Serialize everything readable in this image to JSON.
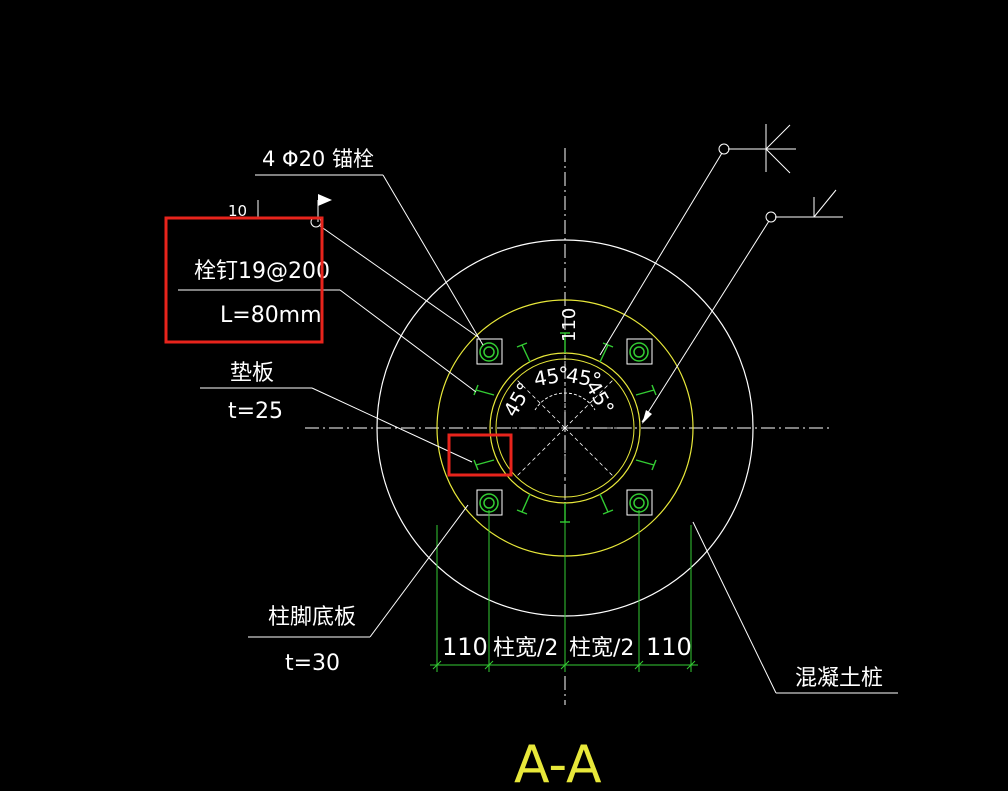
{
  "labels": {
    "anchor_bolt": "4 Φ20 锚栓",
    "weld_size": "10",
    "stud": "栓钉19@200",
    "stud_length": "L=80mm",
    "pad_plate": "垫板",
    "pad_thickness": "t=25",
    "base_plate": "柱脚底板",
    "base_thickness": "t=30",
    "concrete_pile": "混凝土桩"
  },
  "dimensions": {
    "left_offset": "110",
    "half_width_left": "柱宽/2",
    "half_width_right": "柱宽/2",
    "right_offset": "110",
    "top_offset": "110"
  },
  "angles": {
    "a1": "45°",
    "a2": "45°",
    "a3": "45°",
    "a4": "45°"
  },
  "section_title": "A-A",
  "colors": {
    "background": "#000000",
    "pile_outline": "#ffffff",
    "plate_outline": "#e8e83a",
    "dimension": "#33cc33",
    "centerline": "#ffffff",
    "highlight": "#e8241c",
    "title": "#e8e83a",
    "leader": "#ffffff"
  }
}
